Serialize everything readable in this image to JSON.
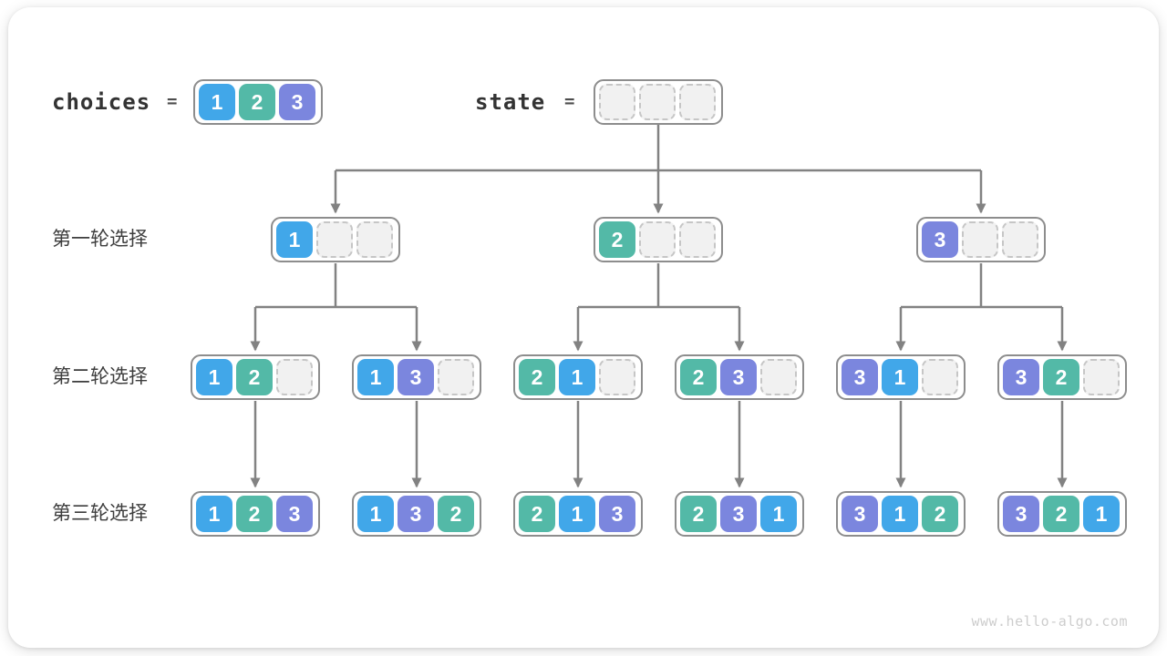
{
  "diagram": {
    "choices_label": "choices",
    "state_label": "state",
    "equals": "=",
    "choices": [
      "1",
      "2",
      "3"
    ],
    "state": [
      "",
      "",
      ""
    ],
    "rows": [
      {
        "label": "第一轮选择",
        "nodes": [
          [
            "1",
            "",
            ""
          ],
          [
            "2",
            "",
            ""
          ],
          [
            "3",
            "",
            ""
          ]
        ]
      },
      {
        "label": "第二轮选择",
        "nodes": [
          [
            "1",
            "2",
            ""
          ],
          [
            "1",
            "3",
            ""
          ],
          [
            "2",
            "1",
            ""
          ],
          [
            "2",
            "3",
            ""
          ],
          [
            "3",
            "1",
            ""
          ],
          [
            "3",
            "2",
            ""
          ]
        ]
      },
      {
        "label": "第三轮选择",
        "nodes": [
          [
            "1",
            "2",
            "3"
          ],
          [
            "1",
            "3",
            "2"
          ],
          [
            "2",
            "1",
            "3"
          ],
          [
            "2",
            "3",
            "1"
          ],
          [
            "3",
            "1",
            "2"
          ],
          [
            "3",
            "2",
            "1"
          ]
        ]
      }
    ],
    "watermark": "www.hello-algo.com",
    "colors": {
      "1": "#41a7e9",
      "2": "#53b9a7",
      "3": "#7b86de",
      "empty_fill": "#f1f1f1",
      "empty_border": "#c6c6c6",
      "node_border": "#8d8d8d",
      "line": "#828282"
    }
  }
}
